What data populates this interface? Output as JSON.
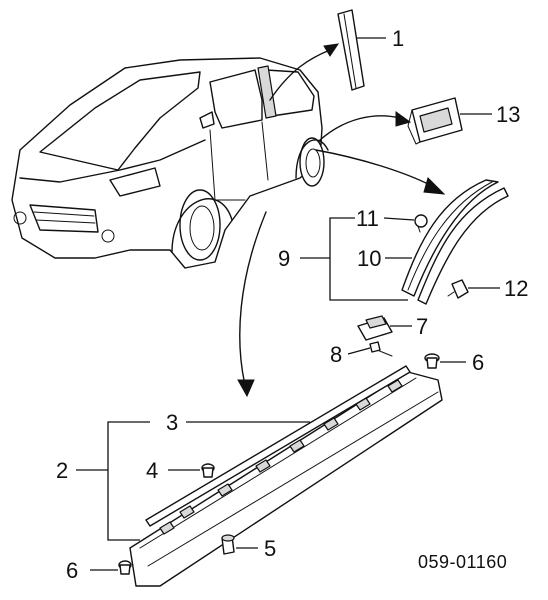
{
  "callouts": {
    "c1": "1",
    "c2": "2",
    "c3": "3",
    "c4": "4",
    "c5": "5",
    "c6_upper": "6",
    "c6_lower": "6",
    "c7": "7",
    "c8": "8",
    "c9": "9",
    "c10": "10",
    "c11": "11",
    "c12": "12",
    "c13": "13"
  },
  "diagram_code": "059-01160"
}
